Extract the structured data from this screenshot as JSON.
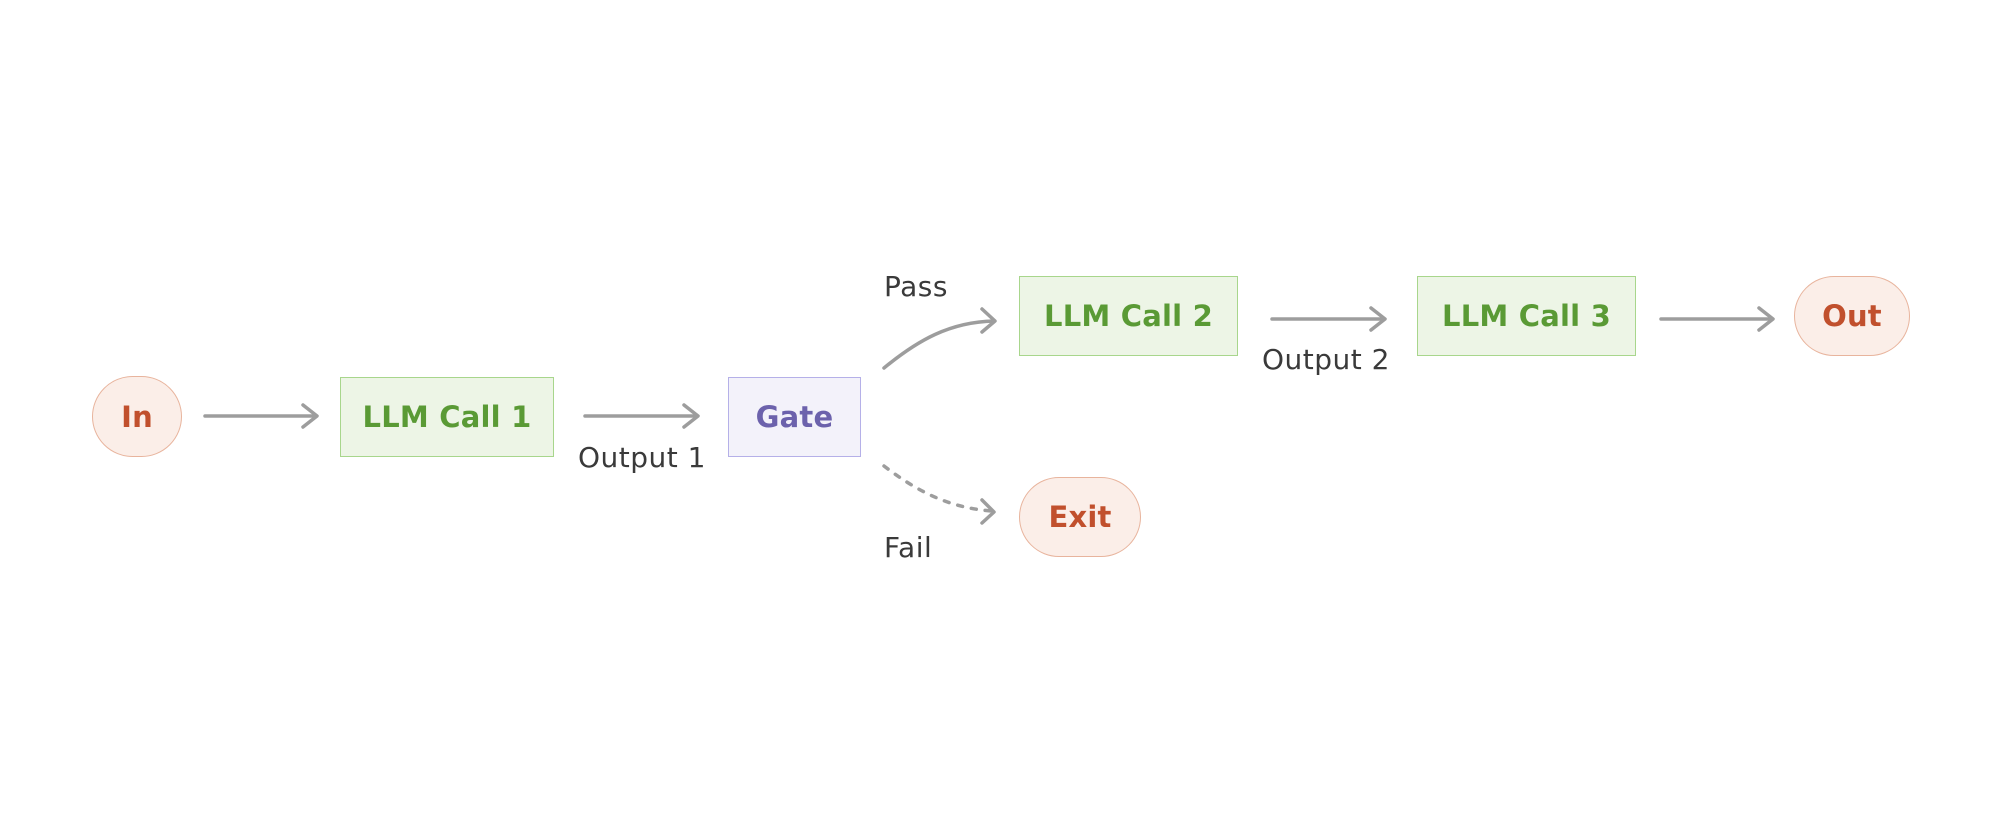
{
  "colors": {
    "terminal_fill": "#fbeee8",
    "terminal_stroke": "#e8b49d",
    "terminal_text": "#c1502d",
    "llm_fill": "#edf5e6",
    "llm_stroke": "#a8d68c",
    "llm_text": "#5a9a35",
    "gate_fill": "#f3f2fa",
    "gate_stroke": "#b5b0e8",
    "gate_text": "#6c62ac",
    "edge_color": "#9d9d9d",
    "label_text": "#3a3a3a"
  },
  "nodes": {
    "in": "In",
    "llm_call_1": "LLM Call 1",
    "gate": "Gate",
    "llm_call_2": "LLM Call 2",
    "llm_call_3": "LLM Call 3",
    "out": "Out",
    "exit": "Exit"
  },
  "edge_labels": {
    "output_1": "Output 1",
    "pass": "Pass",
    "fail": "Fail",
    "output_2": "Output 2"
  }
}
